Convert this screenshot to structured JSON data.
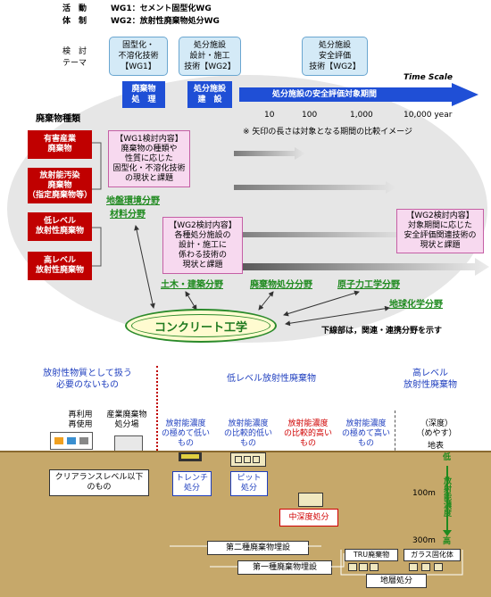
{
  "header": {
    "activity_label": "活　動",
    "activity_value": "WG1：セメント固型化WG",
    "system_label": "体　制",
    "system_value": "WG2：放射性廃棄物処分WG",
    "theme_label": "検　討\nテーマ"
  },
  "themes": [
    {
      "text": "固型化・\n不溶化技術\n【WG1】"
    },
    {
      "text": "処分施設\n設計・施工\n技術【WG2】"
    },
    {
      "text": "処分施設\n安全評価\n技術【WG2】"
    }
  ],
  "phases": [
    {
      "text": "廃棄物\n処　理"
    },
    {
      "text": "処分施設\n建　設"
    }
  ],
  "timeline": {
    "scale_label": "Time Scale",
    "bar_label": "処分施設の安全評価対象期間",
    "ticks": [
      "10",
      "100",
      "1,000",
      "10,000 year"
    ]
  },
  "waste_types_title": "廃棄物種類",
  "waste_types": [
    {
      "text": "有害産業\n廃棄物"
    },
    {
      "text": "放射能汚染\n廃棄物\n（指定廃棄物等）"
    },
    {
      "text": "低レベル\n放射性廃棄物"
    },
    {
      "text": "高レベル\n放射性廃棄物"
    }
  ],
  "note_arrows": "※ 矢印の長さは対象となる期間の比較イメージ",
  "wg_boxes": [
    {
      "text": "【WG1検討内容】\n廃棄物の種類や\n性質に応じた\n固型化・不溶化技術\nの現状と課題"
    },
    {
      "text": "【WG2検討内容】\n各種処分施設の\n設計・施工に\n係わる技術の\n現状と課題"
    },
    {
      "text": "【WG2検討内容】\n対象期間に応じた\n安全評価関連技術の\n現状と課題"
    }
  ],
  "fields": [
    {
      "text": "地盤環境分野"
    },
    {
      "text": "材料分野"
    },
    {
      "text": "土木・建築分野"
    },
    {
      "text": "廃棄物処分分野"
    },
    {
      "text": "原子力工学分野"
    },
    {
      "text": "地球化学分野"
    }
  ],
  "concrete": "コンクリート工学",
  "underline_note": "下線部は，関連・連携分野を示す",
  "lower": {
    "left_title": "放射性物質として扱う\n必要のないもの",
    "mid_title": "低レベル放射性廃棄物",
    "right_title": "高レベル\n放射性廃棄物",
    "reuse": "再利用\n再使用",
    "ind_site": "産業廃棄物\n処分場",
    "conc_levels": [
      {
        "text": "放射能濃度\nの極めて低い\nもの",
        "color": "#1f3fbf"
      },
      {
        "text": "放射能濃度\nの比較的低い\nもの",
        "color": "#1f3fbf"
      },
      {
        "text": "放射能濃度\nの比較的高い\nもの",
        "color": "#d00000"
      },
      {
        "text": "放射能濃度\nの極めて高い\nもの",
        "color": "#1f3fbf"
      }
    ],
    "depth_label": "（深度）\n（めやす）",
    "surface": "地表",
    "clearance": "クリアランスレベル以下\nのもの",
    "trench": "トレンチ\n処分",
    "pit": "ピット\n処分",
    "mid_depth": "中深度処分",
    "depth_100": "100m",
    "depth_300": "300m",
    "low": "低",
    "high": "高",
    "radio_conc": "放射能濃度",
    "type2": "第二種廃棄物埋設",
    "type1": "第一種廃棄物埋設",
    "tru": "TRU廃棄物",
    "glass": "ガラス固化体",
    "geological": "地層処分"
  }
}
